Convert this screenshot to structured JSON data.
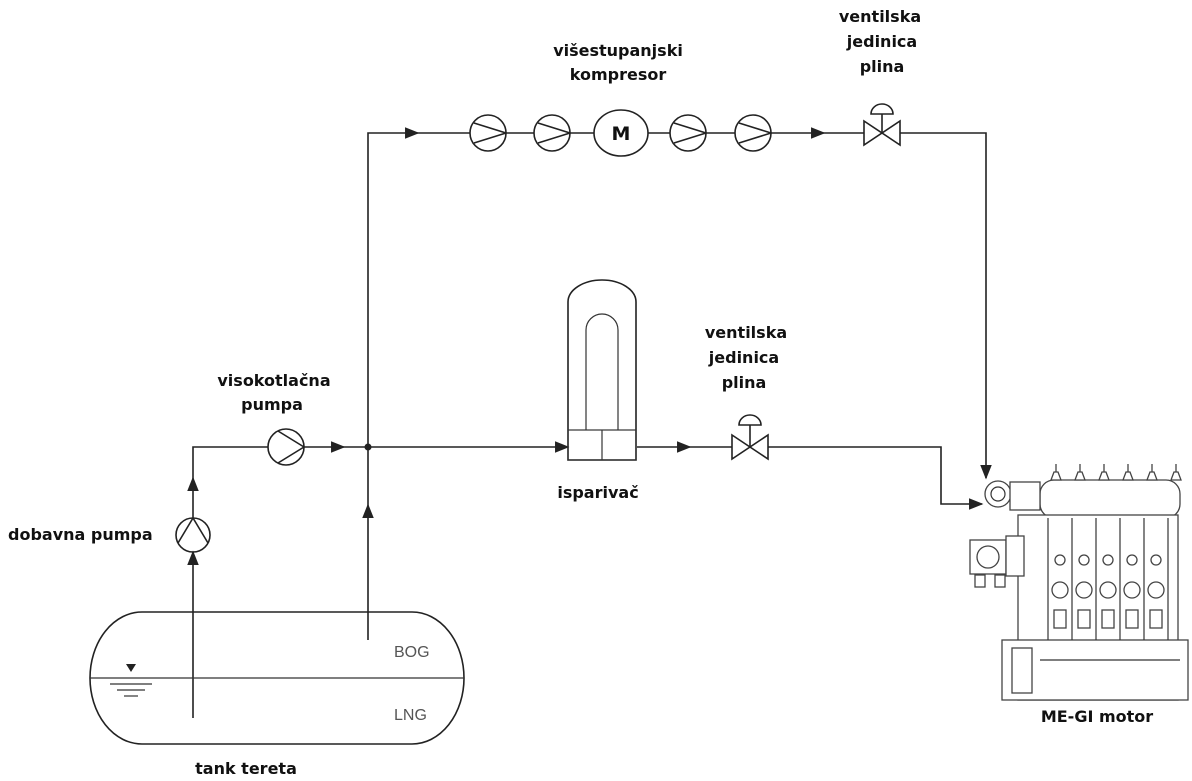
{
  "labels": {
    "compressor_line1": "višestupanjski",
    "compressor_line2": "kompresor",
    "valve_top_line1": "ventilska",
    "valve_top_line2": "jedinica",
    "valve_top_line3": "plina",
    "valve_mid_line1": "ventilska",
    "valve_mid_line2": "jedinica",
    "valve_mid_line3": "plina",
    "hp_pump_line1": "visokotlačna",
    "hp_pump_line2": "pumpa",
    "feed_pump": "dobavna pumpa",
    "vaporizer": "isparivač",
    "tank": "tank tereta",
    "engine": "ME-GI motor",
    "tank_bog": "BOG",
    "tank_lng": "LNG",
    "motor_symbol": "M"
  },
  "colors": {
    "line": "#222222",
    "text": "#111111",
    "tank_text": "#555555"
  },
  "icons": {
    "pump": "pump-icon",
    "motor": "motor-icon",
    "valve": "control-valve-icon",
    "vaporizer": "vaporizer-icon",
    "tank": "tank-icon",
    "engine": "engine-icon",
    "arrow": "flow-arrow-icon"
  }
}
